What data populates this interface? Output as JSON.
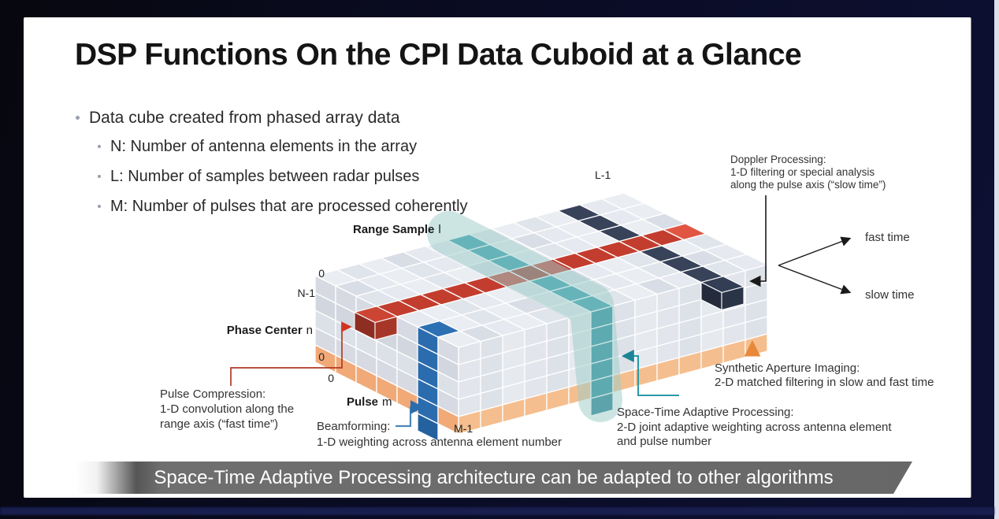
{
  "slide": {
    "title": "DSP Functions On the CPI Data Cuboid at a Glance",
    "bullet_main": "Data cube created from phased array data",
    "bullet_subs": [
      "N: Number of antenna elements in the array",
      "L: Number of samples between radar pulses",
      "M: Number of pulses that are processed coherently"
    ],
    "banner_text": "Space-Time Adaptive Processing architecture can be adapted to other algorithms"
  },
  "diagram": {
    "axis": {
      "range_sample_bold": "Range Sample",
      "range_sample_var": "l",
      "phase_center_bold": "Phase Center",
      "phase_center_var": "n",
      "pulse_bold": "Pulse",
      "pulse_var": "m",
      "l_max": "L-1",
      "m_max": "M-1",
      "n_max": "N-1",
      "range_zero": "0",
      "phase_zero": "0",
      "pulse_zero": "0",
      "fast_time": "fast time",
      "slow_time": "slow time"
    },
    "annotations": {
      "doppler": [
        "Doppler Processing:",
        "1-D filtering or special analysis",
        "along the pulse axis (“slow time”)"
      ],
      "pulse_compression": [
        "Pulse Compression:",
        "1-D convolution along the",
        "range axis (“fast time”)"
      ],
      "beamforming": [
        "Beamforming:",
        "1-D weighting across antenna element number"
      ],
      "synthetic_aperture": [
        "Synthetic Aperture Imaging:",
        "2-D matched filtering in slow and fast time"
      ],
      "stap": [
        "Space-Time Adaptive Processing:",
        "2-D joint adaptive weighting across antenna element",
        "and pulse number"
      ]
    },
    "grid": {
      "L": 14,
      "M": 7,
      "rows": 5
    },
    "colors": {
      "red": "#c33d2e",
      "red_bright": "#e15643",
      "red_teal_blend": "#963528",
      "red_cube_top": "#cc4534",
      "red_cube_left": "#8e2e22",
      "red_cube_front": "#a63728",
      "navy": "#38435a",
      "navy_cube_top": "#333e54",
      "navy_cube_left": "#232b3c",
      "navy_cube_front": "#2a3447",
      "blue": "#2b6cae",
      "blue_top": "#2d6fb3",
      "blue_protrude": "#24619f",
      "teal_top": "#2a9aa9",
      "teal_face": "#1b8496",
      "teal_protrude": "#15758a",
      "orange_left": "#f0a977",
      "orange_right": "#f5be8e",
      "blob": "rgba(157,205,201,0.52)",
      "grays_top": [
        "#eaedf2",
        "#e6e9ef",
        "#e0e4eb",
        "#d9dee6"
      ],
      "grays_left": [
        "#d7dae2",
        "#dce0e7",
        "#d2d6de"
      ],
      "grays_right": [
        "#e2e5eb",
        "#e6e9ee",
        "#dde1e8"
      ],
      "arrow_black": "#1a1a1a",
      "arrow_red": "#b13a28",
      "arrow_blue": "#4a86b8",
      "arrow_teal": "#2a9aa8",
      "arrow_orange": "#e8883a"
    }
  }
}
